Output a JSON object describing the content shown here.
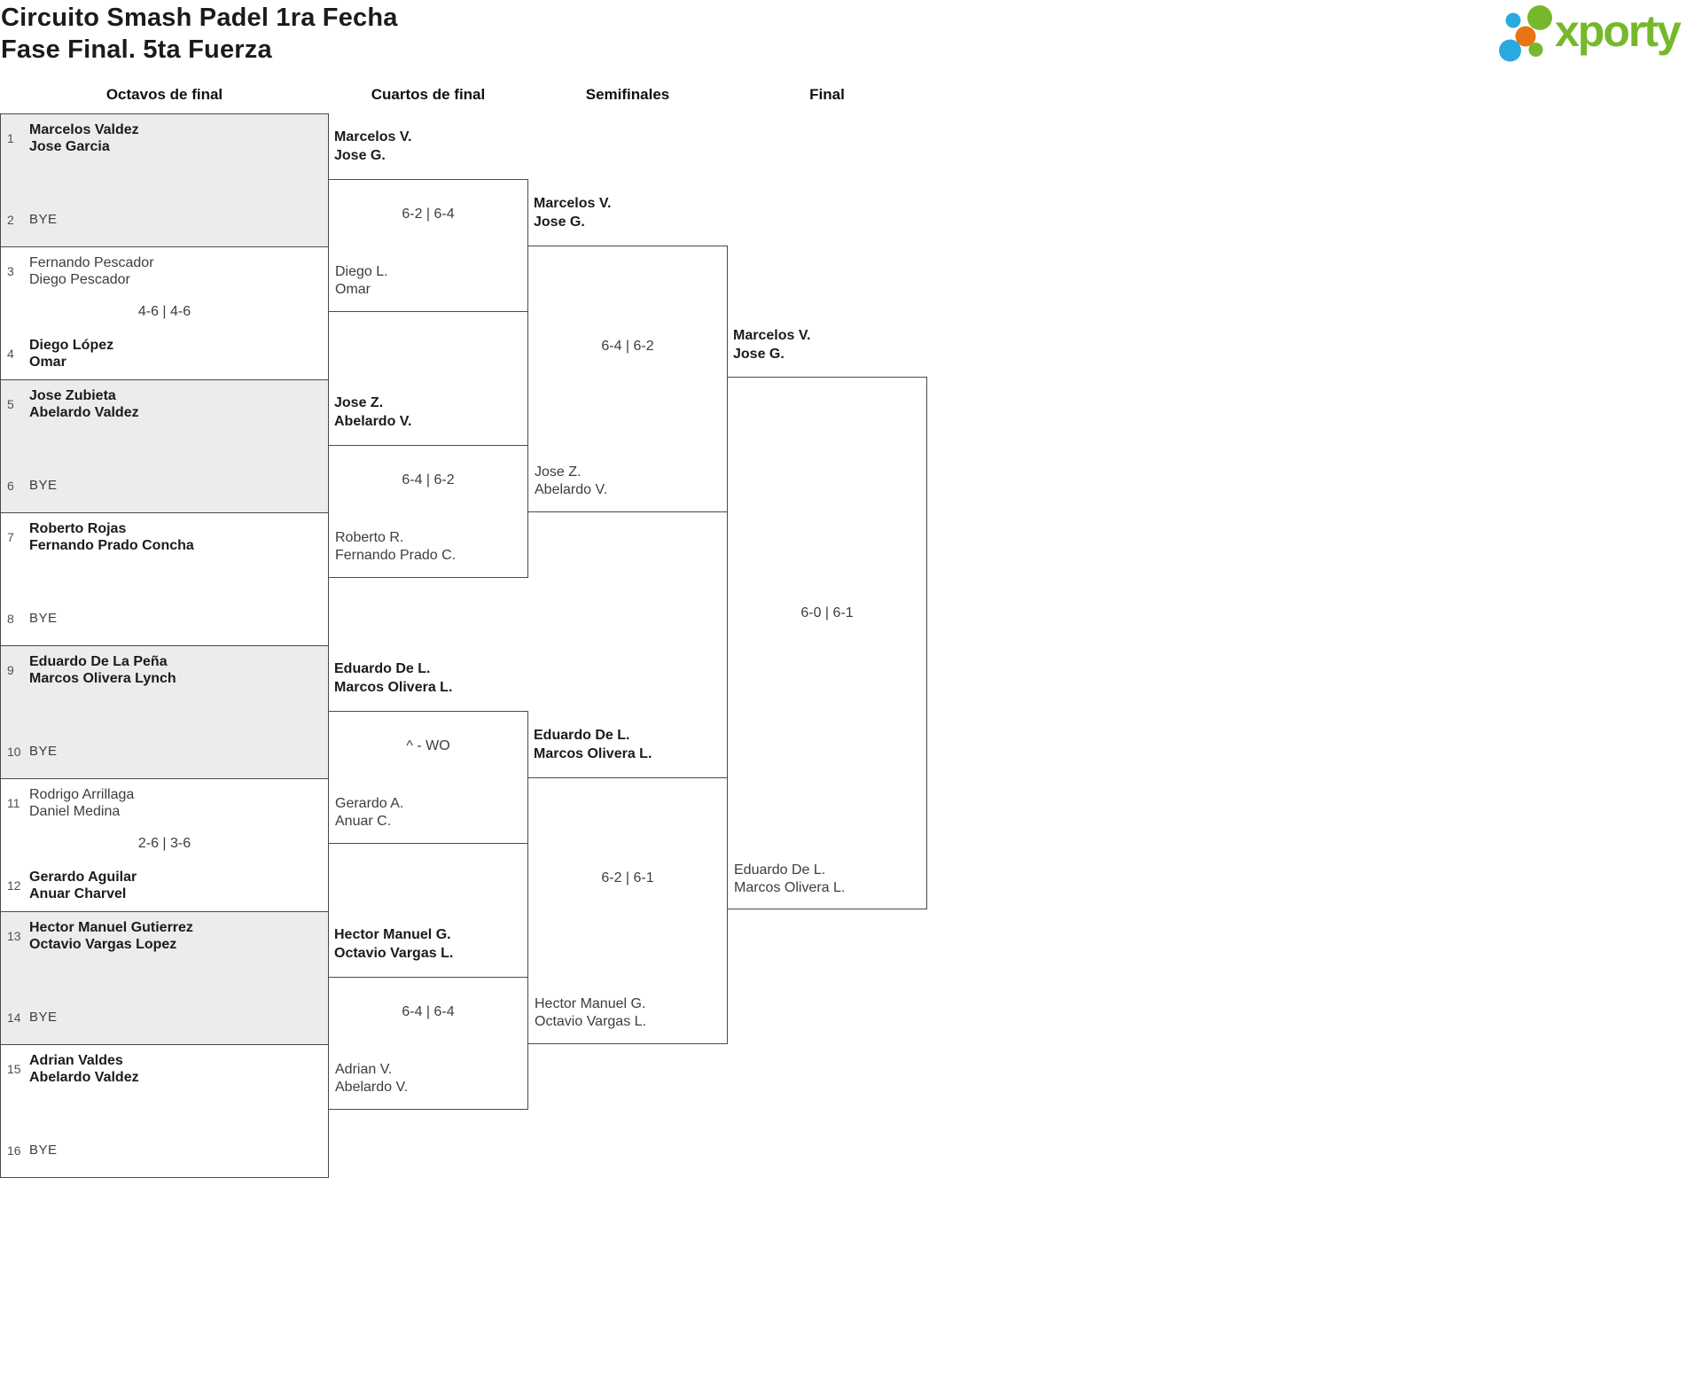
{
  "header": {
    "title_line1": "Circuito Smash Padel 1ra Fecha",
    "title_line2": "Fase Final. 5ta Fuerza"
  },
  "logo": {
    "wordmark": "xporty",
    "green": "#76b82b",
    "blue": "#29a9e1",
    "orange": "#e87513"
  },
  "rounds": {
    "r16": "Octavos de final",
    "qf": "Cuartos de final",
    "sf": "Semifinales",
    "f": "Final"
  },
  "octavos": [
    {
      "seed_top": "1",
      "top1": "Marcelos Valdez",
      "top2": "Jose Garcia",
      "seed_bottom": "2",
      "bye": "BYE",
      "score": ""
    },
    {
      "seed_top": "3",
      "top1": "Fernando Pescador",
      "top2": "Diego Pescador",
      "score": "4-6 | 4-6",
      "seed_bottom": "4",
      "bot1": "Diego López",
      "bot2": "Omar"
    },
    {
      "seed_top": "5",
      "top1": "Jose Zubieta",
      "top2": "Abelardo Valdez",
      "seed_bottom": "6",
      "bye": "BYE",
      "score": ""
    },
    {
      "seed_top": "7",
      "top1": "Roberto Rojas",
      "top2": "Fernando Prado Concha",
      "seed_bottom": "8",
      "bye": "BYE",
      "score": ""
    },
    {
      "seed_top": "9",
      "top1": "Eduardo De La Peña",
      "top2": "Marcos Olivera Lynch",
      "seed_bottom": "10",
      "bye": "BYE",
      "score": ""
    },
    {
      "seed_top": "11",
      "top1": "Rodrigo Arrillaga",
      "top2": "Daniel Medina",
      "score": "2-6 | 3-6",
      "seed_bottom": "12",
      "bot1": "Gerardo Aguilar",
      "bot2": "Anuar Charvel"
    },
    {
      "seed_top": "13",
      "top1": "Hector Manuel Gutierrez",
      "top2": "Octavio Vargas Lopez",
      "seed_bottom": "14",
      "bye": "BYE",
      "score": ""
    },
    {
      "seed_top": "15",
      "top1": "Adrian Valdes",
      "top2": "Abelardo Valdez",
      "seed_bottom": "16",
      "bye": "BYE",
      "score": ""
    }
  ],
  "cuartos": [
    {
      "w1": "Marcelos V.",
      "w2": "Jose G.",
      "score": "6-2 | 6-4",
      "l1": "Diego L.",
      "l2": "Omar"
    },
    {
      "w1": "Jose Z.",
      "w2": "Abelardo V.",
      "score": "6-4 | 6-2",
      "l1": "Roberto R.",
      "l2": "Fernando Prado C."
    },
    {
      "w1": "Eduardo De L.",
      "w2": "Marcos Olivera L.",
      "score": "^ - WO",
      "l1": "Gerardo A.",
      "l2": "Anuar C."
    },
    {
      "w1": "Hector Manuel G.",
      "w2": "Octavio Vargas L.",
      "score": "6-4 | 6-4",
      "l1": "Adrian V.",
      "l2": "Abelardo V."
    }
  ],
  "semifinales": [
    {
      "w1": "Marcelos V.",
      "w2": "Jose G.",
      "score": "6-4 | 6-2",
      "l1": "Jose Z.",
      "l2": "Abelardo V."
    },
    {
      "w1": "Eduardo De L.",
      "w2": "Marcos Olivera L.",
      "score": "6-2 | 6-1",
      "l1": "Hector Manuel G.",
      "l2": "Octavio Vargas L."
    }
  ],
  "final": {
    "w1": "Marcelos V.",
    "w2": "Jose G.",
    "score": "6-0 | 6-1",
    "l1": "Eduardo De L.",
    "l2": "Marcos Olivera L."
  }
}
